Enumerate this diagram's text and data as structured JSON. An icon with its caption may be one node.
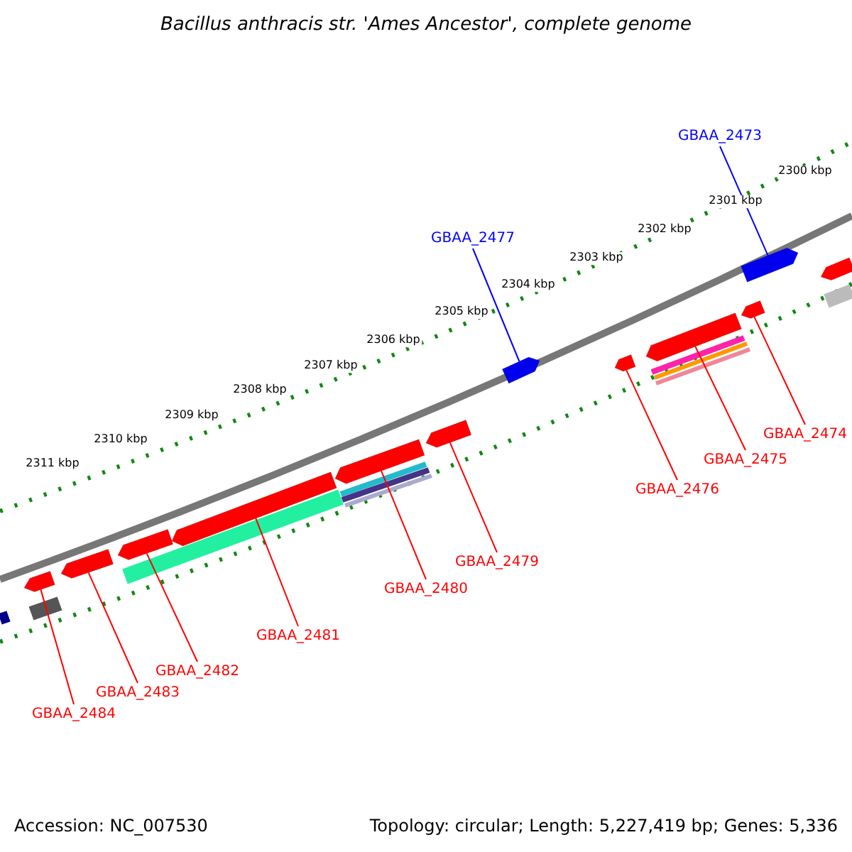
{
  "diagram": {
    "title": "Bacillus anthracis str. 'Ames Ancestor', complete genome",
    "nodes": [
      {
        "text": [
          "GBAA_2473"
        ]
      },
      {
        "text": [
          "GBAA_2477"
        ]
      },
      {
        "text": [
          "GBAA_2474"
        ]
      },
      {
        "text": [
          "GBAA_2475"
        ]
      },
      {
        "text": [
          "GBAA_2476"
        ]
      },
      {
        "text": [
          "GBAA_2479"
        ]
      },
      {
        "text": [
          "GBAA_2480"
        ]
      },
      {
        "text": [
          "GBAA_2481"
        ]
      },
      {
        "text": [
          "GBAA_2482"
        ]
      },
      {
        "text": [
          "GBAA_2483"
        ]
      },
      {
        "text": [
          "GBAA_2484"
        ]
      },
      {
        "text": [],
        "shape": "bar"
      },
      {
        "text": [],
        "shape": "bar"
      },
      {
        "text": [],
        "shape": "bar"
      },
      {
        "text": [],
        "shape": "bar"
      },
      {
        "text": [],
        "shape": "bar"
      },
      {
        "text": [],
        "shape": "bar"
      },
      {
        "text": [],
        "shape": "bar"
      },
      {
        "text": [],
        "shape": "bar"
      },
      {
        "text": [],
        "shape": "bar"
      },
      {
        "text": [],
        "shape": "bar"
      },
      {
        "text": [],
        "shape": "bar"
      }
    ],
    "edges": [
      {
        "from": 0,
        "to": 21,
        "arrow": "none",
        "color": "#0000ff"
      },
      {
        "from": 1,
        "to": 17,
        "arrow": "none",
        "color": "#0000ff"
      },
      {
        "from": 2,
        "to": 20,
        "arrow": "none"
      },
      {
        "from": 3,
        "to": 19,
        "arrow": "none"
      },
      {
        "from": 4,
        "to": 18,
        "arrow": "none"
      },
      {
        "from": 5,
        "to": 16,
        "arrow": "none"
      },
      {
        "from": 6,
        "to": 15,
        "arrow": "none"
      },
      {
        "from": 7,
        "to": 14,
        "arrow": "none"
      },
      {
        "from": 8,
        "to": 13,
        "arrow": "none"
      },
      {
        "from": 9,
        "to": 12,
        "arrow": "none"
      },
      {
        "from": 10,
        "to": 11,
        "arrow": "none"
      }
    ],
    "labels": [
      "2300 kbp",
      "2301 kbp",
      "2302 kbp",
      "2303 kbp",
      "2304 kbp",
      "2305 kbp",
      "2306 kbp",
      "2307 kbp",
      "2308 kbp",
      "2309 kbp",
      "2310 kbp",
      "2311 kbp",
      "Accession: NC_007530",
      "Topology: circular; Length: 5,227,419 bp; Genes: 5,336"
    ]
  }
}
